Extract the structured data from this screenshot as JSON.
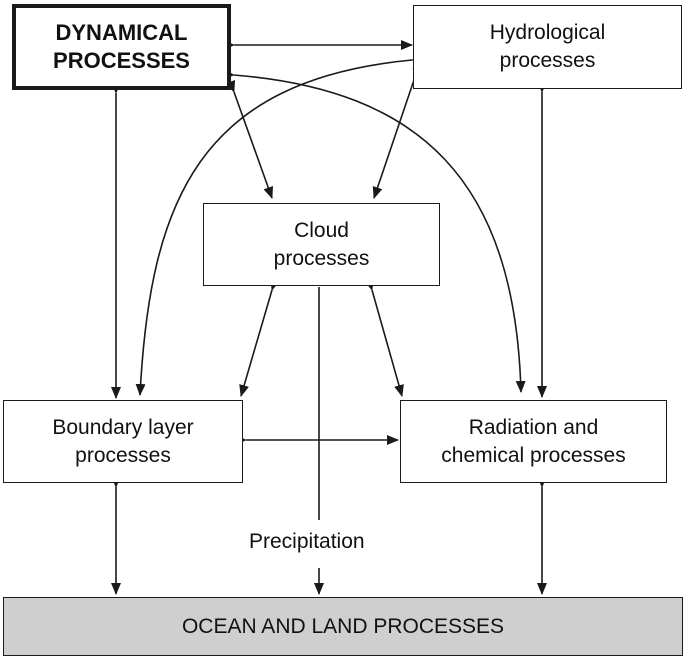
{
  "boxes": {
    "dynamical": "DYNAMICAL\nPROCESSES",
    "hydrological": "Hydrological\nprocesses",
    "cloud": "Cloud\nprocesses",
    "boundary": "Boundary layer\nprocesses",
    "radiation": "Radiation and\nchemical processes",
    "ocean": "OCEAN AND LAND PROCESSES"
  },
  "edge_labels": {
    "precipitation": "Precipitation"
  },
  "colors": {
    "line": "#1a1a1a",
    "ocean_fill": "#cfcfcf"
  }
}
